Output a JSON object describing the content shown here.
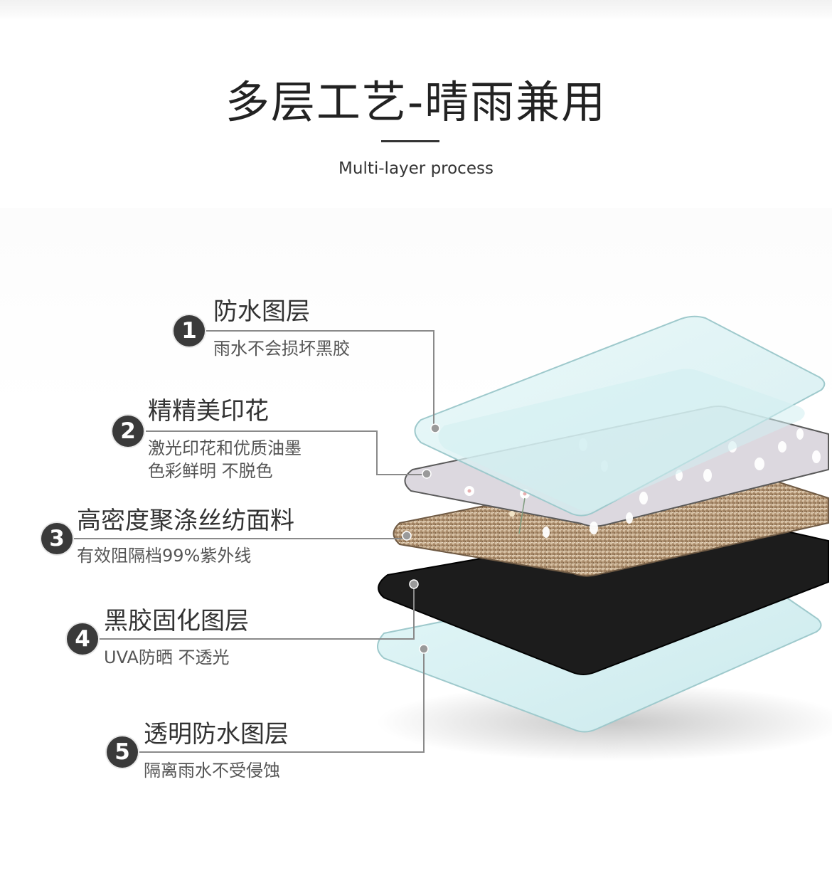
{
  "header": {
    "title": "多层工艺-晴雨兼用",
    "subtitle": "Multi-layer process"
  },
  "layers": [
    {
      "number": "1",
      "title": "防水图层",
      "desc": [
        "雨水不会损坏黑胶"
      ]
    },
    {
      "number": "2",
      "title": "精精美印花",
      "desc": [
        "激光印花和优质油墨",
        "色彩鲜明 不脱色"
      ]
    },
    {
      "number": "3",
      "title": "高密度聚涤丝纺面料",
      "desc": [
        "有效阻隔档99%紫外线"
      ]
    },
    {
      "number": "4",
      "title": "黑胶固化图层",
      "desc": [
        "UVA防晒  不透光"
      ]
    },
    {
      "number": "5",
      "title": "透明防水图层",
      "desc": [
        "隔离雨水不受侵蚀"
      ]
    }
  ],
  "colors": {
    "glass": "#d6f0f2",
    "print_layer": "#d9d6dd",
    "fabric": "#b89a78",
    "black_glue": "#1c1c1c",
    "callout_badge": "#3a3a3a",
    "leader_line": "#8a8a8a"
  }
}
